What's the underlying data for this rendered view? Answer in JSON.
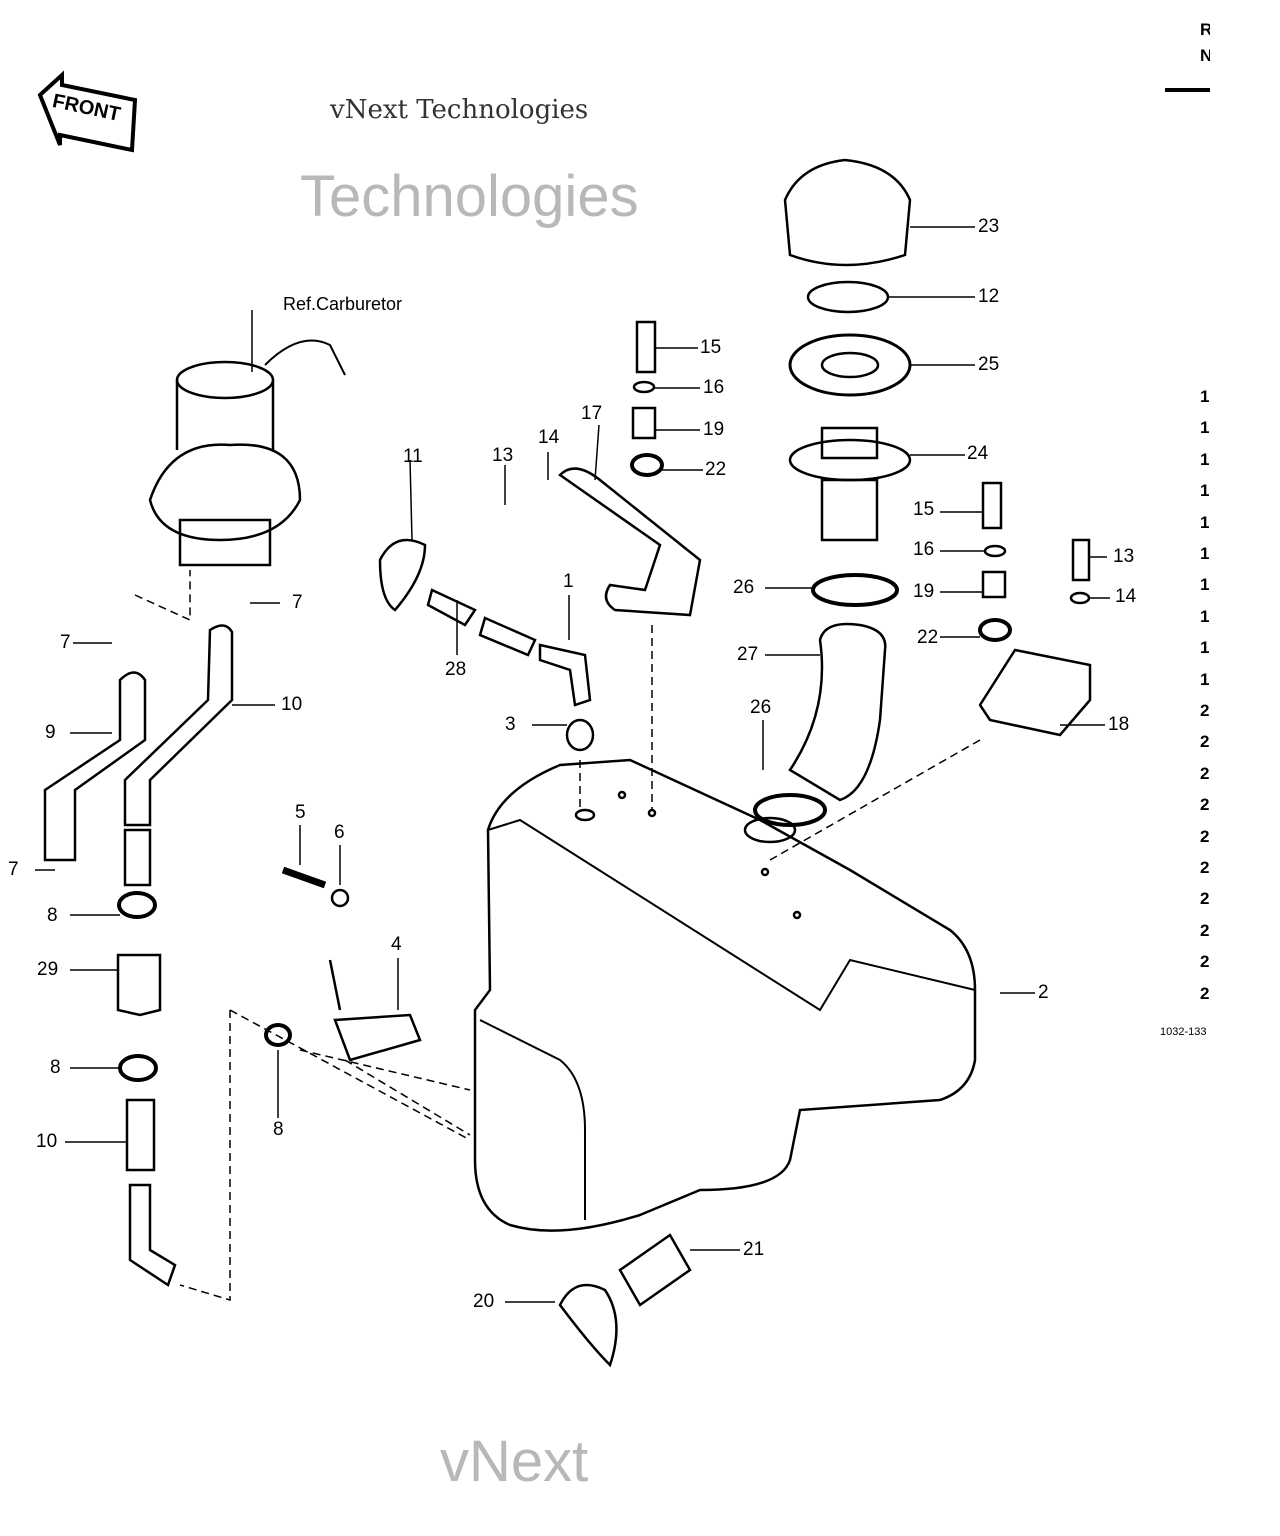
{
  "front_arrow": "FRONT",
  "ref_label": "Ref.Carburetor",
  "callouts": {
    "c23": "23",
    "c12": "12",
    "c15a": "15",
    "c16a": "16",
    "c19a": "19",
    "c22a": "22",
    "c25": "25",
    "c24": "24",
    "c17": "17",
    "c14a": "14",
    "c13a": "13",
    "c15b": "15",
    "c16b": "16",
    "c19b": "19",
    "c22b": "22",
    "c13b": "13",
    "c14b": "14",
    "c26a": "26",
    "c27": "27",
    "c26b": "26",
    "c18": "18",
    "c1": "1",
    "c28": "28",
    "c3": "3",
    "c7a": "7",
    "c7b": "7",
    "c7c": "7",
    "c9": "9",
    "c10a": "10",
    "c5": "5",
    "c6": "6",
    "c4": "4",
    "c8a": "8",
    "c29": "29",
    "c8b": "8",
    "c8c": "8",
    "c10b": "10",
    "c2": "2",
    "c21": "21",
    "c20": "20",
    "c11": "11"
  },
  "watermark": {
    "line1": "vNext Technologies",
    "line2": "vNext",
    "line3": "Technologies"
  },
  "edge_column": {
    "header1": "R",
    "header2": "N",
    "rows": [
      "1",
      "1",
      "1",
      "1",
      "1",
      "1",
      "1",
      "1",
      "1",
      "1",
      "2",
      "2",
      "2",
      "2",
      "2",
      "2",
      "2",
      "2",
      "2",
      "2"
    ],
    "code": "1032-133"
  }
}
